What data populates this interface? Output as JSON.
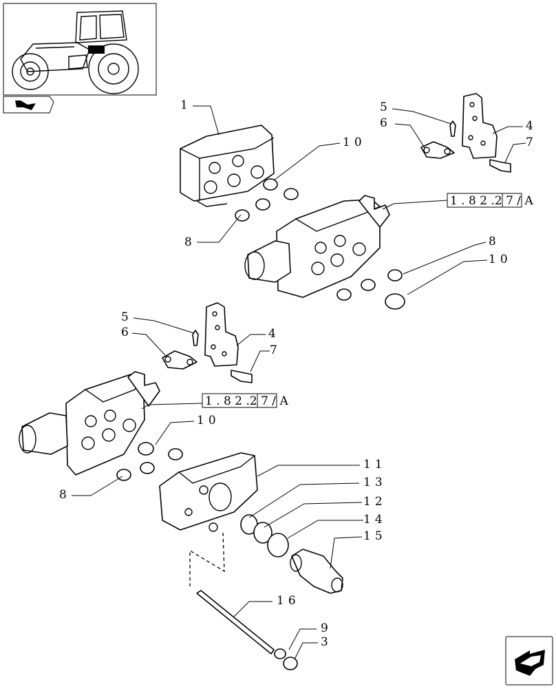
{
  "callouts": [
    "1",
    "10",
    "8",
    "5",
    "6",
    "4",
    "7",
    "8",
    "10",
    "5",
    "6",
    "4",
    "7",
    "10",
    "8",
    "11",
    "13",
    "12",
    "14",
    "15",
    "16",
    "9",
    "3"
  ],
  "reference": "1 . 8 2 .2 7 / A",
  "icons": {
    "thumbnail": "tractor-thumbnail-icon",
    "back_arrow": "back-arrow-icon",
    "forward_nav": "forward-nav-icon"
  }
}
